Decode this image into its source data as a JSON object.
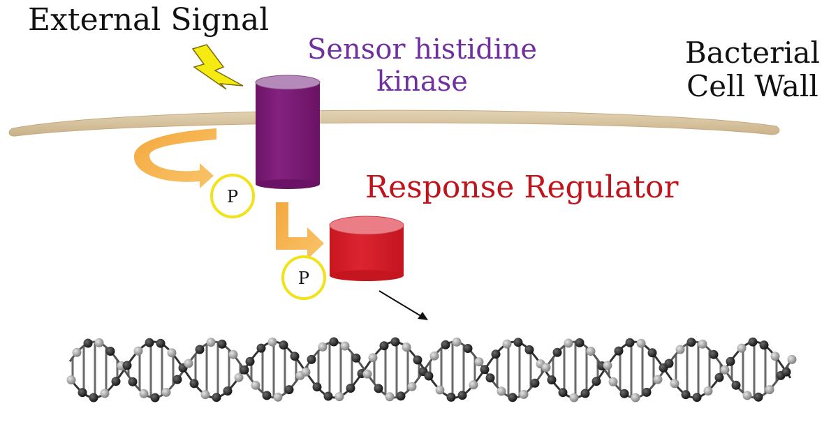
{
  "labels": {
    "external_signal": "External Signal",
    "sensor_kinase_line1": "Sensor histidine",
    "sensor_kinase_line2": "kinase",
    "cell_wall_line1": "Bacterial",
    "cell_wall_line2": "Cell Wall",
    "response_regulator": "Response Regulator",
    "phosphate_1": "P",
    "phosphate_2": "P"
  },
  "colors": {
    "kinase": "#7b1a77",
    "kinase_top": "#b48ab8",
    "regulator": "#d41f2b",
    "regulator_top": "#ea7d86",
    "kinase_label": "#7030a0",
    "regulator_label": "#c0141c",
    "membrane": "#d9c7a3",
    "arrow": "#f7b24a",
    "phosphate_ring": "#f2e21a",
    "lightning": "#f5ea12"
  },
  "icons": {
    "signal": "lightning-bolt-icon",
    "dna": "dna-double-helix-icon"
  }
}
